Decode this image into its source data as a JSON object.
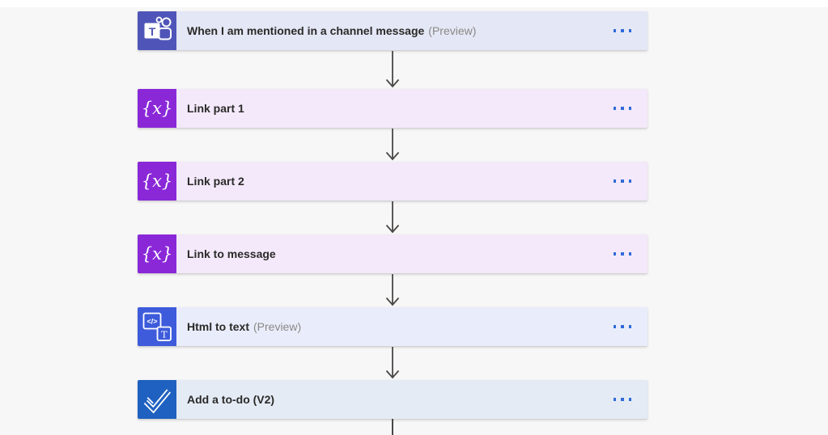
{
  "app": {
    "name": "Flow designer canvas"
  },
  "colors": {
    "canvas_bg": "#f7f7f7",
    "top_strip": "#ffffff",
    "arrow": "#4a4846",
    "menu_dot": "#2e6bd8",
    "title_text": "#2b2a29",
    "preview_text": "#8a8886"
  },
  "icons": {
    "teams_badge_letter": "T",
    "variable_glyph": "{x}",
    "code_glyph": "</>",
    "text_badge_letter": "T"
  },
  "flow": {
    "steps": [
      {
        "title": "When I am mentioned in a channel message",
        "suffix": "(Preview)",
        "icon": "teams-icon",
        "icon_bg": "#4f55b8",
        "card_bg": "#e4e7f5"
      },
      {
        "title": "Link part 1",
        "suffix": "",
        "icon": "variable-icon",
        "icon_bg": "#8a28d8",
        "card_bg": "#f3e9fa"
      },
      {
        "title": "Link part 2",
        "suffix": "",
        "icon": "variable-icon",
        "icon_bg": "#8a28d8",
        "card_bg": "#f3e9fa"
      },
      {
        "title": "Link to message",
        "suffix": "",
        "icon": "variable-icon",
        "icon_bg": "#8a28d8",
        "card_bg": "#f3e9fa"
      },
      {
        "title": "Html to text",
        "suffix": "(Preview)",
        "icon": "html-to-text-icon",
        "icon_bg": "#3d5bdb",
        "card_bg": "#e9edfb"
      },
      {
        "title": "Add a to-do (V2)",
        "suffix": "",
        "icon": "todo-icon",
        "icon_bg": "#1f61c0",
        "card_bg": "#e4ebf5"
      }
    ]
  }
}
